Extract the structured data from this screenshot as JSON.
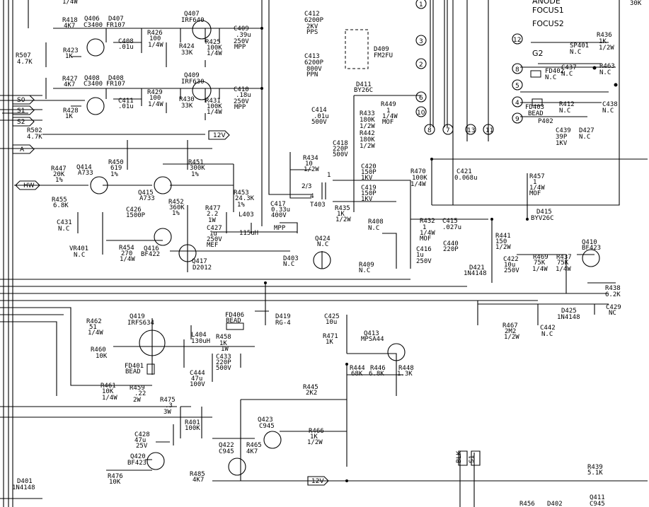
{
  "labels": [
    {
      "t": "1/4W"
    },
    {
      "t": "30K"
    },
    {
      "t": "R418"
    },
    {
      "t": "4K7"
    },
    {
      "t": "Q406"
    },
    {
      "t": "C3400"
    },
    {
      "t": "D407"
    },
    {
      "t": "FR107"
    },
    {
      "t": "Q407"
    },
    {
      "t": "IRF640"
    },
    {
      "t": "C409"
    },
    {
      "t": ".39u"
    },
    {
      "t": "250V"
    },
    {
      "t": "MPP"
    },
    {
      "t": "R426"
    },
    {
      "t": "100"
    },
    {
      "t": "1/4W"
    },
    {
      "t": "C408"
    },
    {
      "t": ".01u"
    },
    {
      "t": "R424"
    },
    {
      "t": "33K"
    },
    {
      "t": "R425"
    },
    {
      "t": "100K"
    },
    {
      "t": "1/4W"
    },
    {
      "t": "R423"
    },
    {
      "t": "1K"
    },
    {
      "t": "R507"
    },
    {
      "t": "4.7K"
    },
    {
      "t": "R427"
    },
    {
      "t": "4K7"
    },
    {
      "t": "Q408"
    },
    {
      "t": "C3400"
    },
    {
      "t": "D408"
    },
    {
      "t": "FR107"
    },
    {
      "t": "Q409"
    },
    {
      "t": "IRF630"
    },
    {
      "t": "C410"
    },
    {
      "t": ".18u"
    },
    {
      "t": "250V"
    },
    {
      "t": "MPP"
    },
    {
      "t": "R429"
    },
    {
      "t": "100"
    },
    {
      "t": "1/4W"
    },
    {
      "t": "C411"
    },
    {
      "t": ".01u"
    },
    {
      "t": "R430"
    },
    {
      "t": "33K"
    },
    {
      "t": "R431"
    },
    {
      "t": "100K"
    },
    {
      "t": "1/4W"
    },
    {
      "t": "R428"
    },
    {
      "t": "1K"
    },
    {
      "t": "R502"
    },
    {
      "t": "4.7K"
    },
    {
      "t": "C412"
    },
    {
      "t": "6200P"
    },
    {
      "t": "2KV"
    },
    {
      "t": "PPS"
    },
    {
      "t": "C413"
    },
    {
      "t": "6200P"
    },
    {
      "t": "800V"
    },
    {
      "t": "PPN"
    },
    {
      "t": "D409"
    },
    {
      "t": "FM2FU"
    },
    {
      "t": "ANODE"
    },
    {
      "t": "FOCUS1"
    },
    {
      "t": "FOCUS2"
    },
    {
      "t": "G2"
    },
    {
      "t": "R436"
    },
    {
      "t": "1K"
    },
    {
      "t": "1/2W"
    },
    {
      "t": "SP401"
    },
    {
      "t": "N.C"
    },
    {
      "t": "R463"
    },
    {
      "t": "N.C"
    },
    {
      "t": "FD402"
    },
    {
      "t": "N.C"
    },
    {
      "t": "C437"
    },
    {
      "t": "N.C"
    },
    {
      "t": "R412"
    },
    {
      "t": "N.C"
    },
    {
      "t": "C438"
    },
    {
      "t": "N.C"
    },
    {
      "t": "FD403"
    },
    {
      "t": "BEAD"
    },
    {
      "t": "P402"
    },
    {
      "t": "C439"
    },
    {
      "t": "39P"
    },
    {
      "t": "1KV"
    },
    {
      "t": "D427"
    },
    {
      "t": "N.C"
    },
    {
      "t": "D411"
    },
    {
      "t": "BY26C"
    },
    {
      "t": "R449"
    },
    {
      "t": "1"
    },
    {
      "t": "1/4W"
    },
    {
      "t": "MOF"
    },
    {
      "t": "C414"
    },
    {
      "t": ".01u"
    },
    {
      "t": "500V"
    },
    {
      "t": "R433"
    },
    {
      "t": "180K"
    },
    {
      "t": "1/2W"
    },
    {
      "t": "R442"
    },
    {
      "t": "180K"
    },
    {
      "t": "1/2W"
    },
    {
      "t": "C418"
    },
    {
      "t": "220P"
    },
    {
      "t": "500V"
    },
    {
      "t": "C420"
    },
    {
      "t": "150P"
    },
    {
      "t": "1KV"
    },
    {
      "t": "C419"
    },
    {
      "t": "150P"
    },
    {
      "t": "1KV"
    },
    {
      "t": "R434"
    },
    {
      "t": "10"
    },
    {
      "t": "1/2W"
    },
    {
      "t": "T403"
    },
    {
      "t": "R435"
    },
    {
      "t": "1K"
    },
    {
      "t": "1/2W"
    },
    {
      "t": "R470"
    },
    {
      "t": "100K"
    },
    {
      "t": "1/4W"
    },
    {
      "t": "C421"
    },
    {
      "t": "0.068u"
    },
    {
      "t": "R457"
    },
    {
      "t": "1"
    },
    {
      "t": "1/4W"
    },
    {
      "t": "MOF"
    },
    {
      "t": "D415"
    },
    {
      "t": "BYV26C"
    },
    {
      "t": "R447"
    },
    {
      "t": "20K"
    },
    {
      "t": "1%"
    },
    {
      "t": "Q414"
    },
    {
      "t": "A733"
    },
    {
      "t": "R450"
    },
    {
      "t": "619"
    },
    {
      "t": "1%"
    },
    {
      "t": "R451"
    },
    {
      "t": "300K"
    },
    {
      "t": "1%"
    },
    {
      "t": "Q415"
    },
    {
      "t": "A733"
    },
    {
      "t": "R453"
    },
    {
      "t": "24.3K"
    },
    {
      "t": "1%"
    },
    {
      "t": "R455"
    },
    {
      "t": "6.8K"
    },
    {
      "t": "R452"
    },
    {
      "t": "360K"
    },
    {
      "t": "1%"
    },
    {
      "t": "C426"
    },
    {
      "t": "1500P"
    },
    {
      "t": "R477"
    },
    {
      "t": "2.2"
    },
    {
      "t": "1W"
    },
    {
      "t": "C417"
    },
    {
      "t": "0.33u"
    },
    {
      "t": "400V"
    },
    {
      "t": "L403"
    },
    {
      "t": "115uH"
    },
    {
      "t": "MPP"
    },
    {
      "t": "C427"
    },
    {
      "t": "1u"
    },
    {
      "t": "250V"
    },
    {
      "t": "MEF"
    },
    {
      "t": "C431"
    },
    {
      "t": "N.C"
    },
    {
      "t": "VR401"
    },
    {
      "t": "N.C"
    },
    {
      "t": "R454"
    },
    {
      "t": "270"
    },
    {
      "t": "1/4W"
    },
    {
      "t": "Q416"
    },
    {
      "t": "BF422"
    },
    {
      "t": "Q417"
    },
    {
      "t": "D2012"
    },
    {
      "t": "R432"
    },
    {
      "t": "1"
    },
    {
      "t": "1/4W"
    },
    {
      "t": "MOF"
    },
    {
      "t": "C415"
    },
    {
      "t": ".027u"
    },
    {
      "t": "R408"
    },
    {
      "t": "N.C"
    },
    {
      "t": "Q424"
    },
    {
      "t": "N.C"
    },
    {
      "t": "C416"
    },
    {
      "t": "1u"
    },
    {
      "t": "250V"
    },
    {
      "t": "R409"
    },
    {
      "t": "N.C"
    },
    {
      "t": "D403"
    },
    {
      "t": "N.C"
    },
    {
      "t": "C440"
    },
    {
      "t": "220P"
    },
    {
      "t": "R441"
    },
    {
      "t": "150"
    },
    {
      "t": "1/2W"
    },
    {
      "t": "D421"
    },
    {
      "t": "1N4148"
    },
    {
      "t": "C422"
    },
    {
      "t": "10u"
    },
    {
      "t": "250V"
    },
    {
      "t": "R469"
    },
    {
      "t": "75K"
    },
    {
      "t": "1/4W"
    },
    {
      "t": "R437"
    },
    {
      "t": "75K"
    },
    {
      "t": "1/4W"
    },
    {
      "t": "Q410"
    },
    {
      "t": "BF423"
    },
    {
      "t": "R438"
    },
    {
      "t": "6.2K"
    },
    {
      "t": "D425"
    },
    {
      "t": "1N4148"
    },
    {
      "t": "C429"
    },
    {
      "t": "NC"
    },
    {
      "t": "R467"
    },
    {
      "t": "2M2"
    },
    {
      "t": "1/2W"
    },
    {
      "t": "C442"
    },
    {
      "t": "N.C"
    },
    {
      "t": "R462"
    },
    {
      "t": "51"
    },
    {
      "t": "1/4W"
    },
    {
      "t": "Q419"
    },
    {
      "t": "IRFS634"
    },
    {
      "t": "FD406"
    },
    {
      "t": "BEAD"
    },
    {
      "t": "D419"
    },
    {
      "t": "RG-4"
    },
    {
      "t": "C425"
    },
    {
      "t": "10u"
    },
    {
      "t": "R471"
    },
    {
      "t": "1K"
    },
    {
      "t": "Q413"
    },
    {
      "t": "MPSA44"
    },
    {
      "t": "L404"
    },
    {
      "t": "130uH"
    },
    {
      "t": "R458"
    },
    {
      "t": "1K"
    },
    {
      "t": "1W"
    },
    {
      "t": "C433"
    },
    {
      "t": "220P"
    },
    {
      "t": "500V"
    },
    {
      "t": "R460"
    },
    {
      "t": "10K"
    },
    {
      "t": "FD401"
    },
    {
      "t": "BEAD"
    },
    {
      "t": "C444"
    },
    {
      "t": "47u"
    },
    {
      "t": "100V"
    },
    {
      "t": "R444"
    },
    {
      "t": "68K"
    },
    {
      "t": "R446"
    },
    {
      "t": "6.8K"
    },
    {
      "t": "R448"
    },
    {
      "t": "1.3K"
    },
    {
      "t": "R461"
    },
    {
      "t": "10K"
    },
    {
      "t": "1/4W"
    },
    {
      "t": "R459"
    },
    {
      "t": ".22"
    },
    {
      "t": "2W"
    },
    {
      "t": "R445"
    },
    {
      "t": "2K2"
    },
    {
      "t": "R475"
    },
    {
      "t": ".3"
    },
    {
      "t": "3W"
    },
    {
      "t": "R401"
    },
    {
      "t": "100K"
    },
    {
      "t": "Q423"
    },
    {
      "t": "C945"
    },
    {
      "t": "R466"
    },
    {
      "t": "1K"
    },
    {
      "t": "1/2W"
    },
    {
      "t": "C428"
    },
    {
      "t": "47u"
    },
    {
      "t": "25V"
    },
    {
      "t": "Q420"
    },
    {
      "t": "BF423"
    },
    {
      "t": "Q422"
    },
    {
      "t": "C945"
    },
    {
      "t": "R465"
    },
    {
      "t": "4K7"
    },
    {
      "t": "R476"
    },
    {
      "t": "10K"
    },
    {
      "t": "R485"
    },
    {
      "t": "4K7"
    },
    {
      "t": "R439"
    },
    {
      "t": "5.1K"
    },
    {
      "t": "D401"
    },
    {
      "t": "1N4148"
    },
    {
      "t": "Q411"
    },
    {
      "t": "C945"
    },
    {
      "t": "R456"
    },
    {
      "t": "D402"
    }
  ],
  "pins": [
    "1",
    "3",
    "2",
    "6",
    "10",
    "8",
    "7",
    "13",
    "11",
    "12",
    "8",
    "5",
    "4",
    "9",
    "1",
    "2/3",
    "4"
  ],
  "tags": [
    "S0",
    "S1",
    "S2",
    "A",
    "HW",
    "12V",
    "12V",
    "BLK",
    "S1"
  ]
}
